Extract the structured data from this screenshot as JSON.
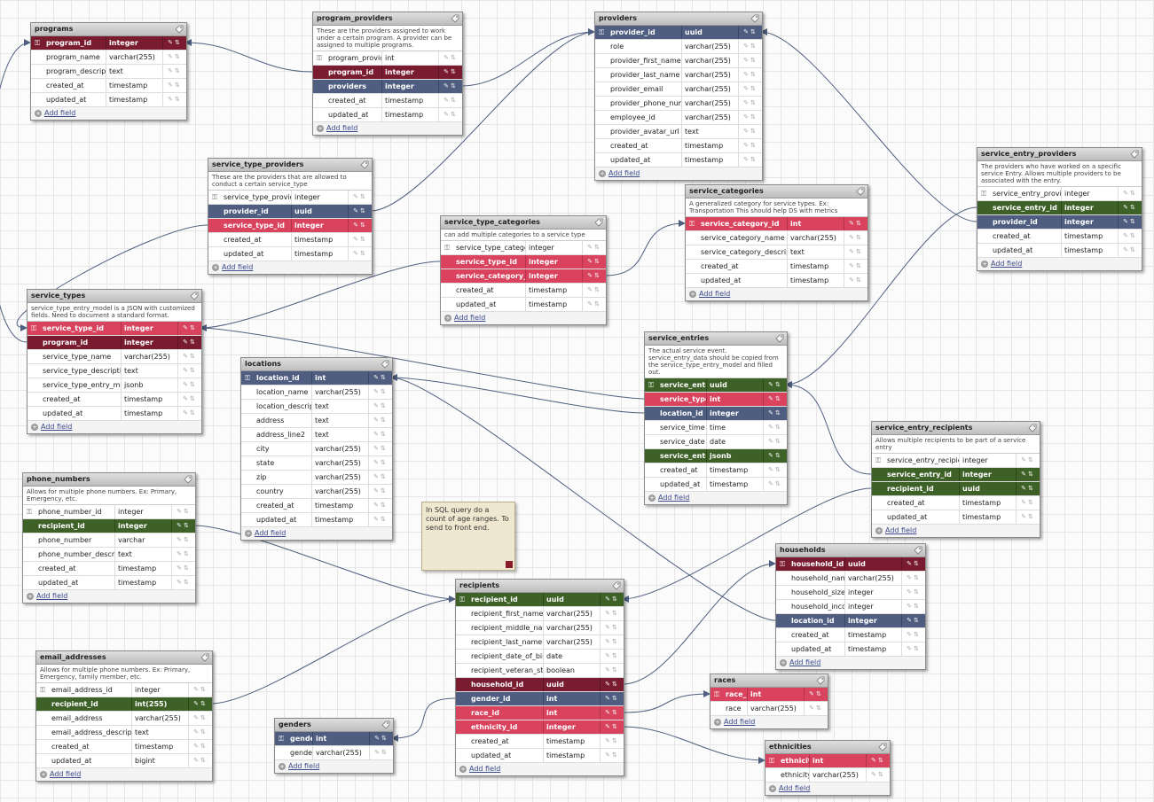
{
  "common": {
    "add_field": "Add field"
  },
  "colors": {
    "pk_red": "#7a1c30",
    "fk_red": "#d9435e",
    "fk_blue": "#4e5d80",
    "fk_green": "#3e6128",
    "edge": "#4f5f7f"
  },
  "note": {
    "text": "In SQL query do a count of age ranges. To send to front end."
  },
  "tables": {
    "programs": {
      "name": "programs",
      "desc": "",
      "fields": [
        {
          "name": "program_id",
          "type": "integer",
          "style": "pk-red",
          "key": true
        },
        {
          "name": "program_name",
          "type": "varchar(255)",
          "style": "",
          "key": false
        },
        {
          "name": "program_description",
          "type": "text",
          "style": "",
          "key": false
        },
        {
          "name": "created_at",
          "type": "timestamp",
          "style": "",
          "key": false
        },
        {
          "name": "updated_at",
          "type": "timestamp",
          "style": "",
          "key": false
        }
      ]
    },
    "program_providers": {
      "name": "program_providers",
      "desc": "These are the providers assigned to work under a certain program. A provider can be assigned to multiple programs.",
      "fields": [
        {
          "name": "program_provider_id",
          "type": "int",
          "style": "",
          "key": true
        },
        {
          "name": "program_id",
          "type": "integer",
          "style": "pk-red",
          "key": false
        },
        {
          "name": "providers",
          "type": "integer",
          "style": "fk-blue",
          "key": false
        },
        {
          "name": "created_at",
          "type": "timestamp",
          "style": "",
          "key": false
        },
        {
          "name": "updated_at",
          "type": "timestamp",
          "style": "",
          "key": false
        }
      ]
    },
    "providers": {
      "name": "providers",
      "desc": "",
      "fields": [
        {
          "name": "provider_id",
          "type": "uuid",
          "style": "fk-blue",
          "key": true
        },
        {
          "name": "role",
          "type": "varchar(255)",
          "style": "",
          "key": false
        },
        {
          "name": "provider_first_name",
          "type": "varchar(255)",
          "style": "",
          "key": false
        },
        {
          "name": "provider_last_name",
          "type": "varchar(255)",
          "style": "",
          "key": false
        },
        {
          "name": "provider_email",
          "type": "varchar(255)",
          "style": "",
          "key": false
        },
        {
          "name": "provider_phone_number",
          "type": "varchar(255)",
          "style": "",
          "key": false
        },
        {
          "name": "employee_id",
          "type": "varchar(255)",
          "style": "",
          "key": false
        },
        {
          "name": "provider_avatar_url",
          "type": "text",
          "style": "",
          "key": false
        },
        {
          "name": "created_at",
          "type": "timestamp",
          "style": "",
          "key": false
        },
        {
          "name": "updated_at",
          "type": "timestamp",
          "style": "",
          "key": false
        }
      ]
    },
    "service_entry_providers": {
      "name": "service_entry_providers",
      "desc": "The providers who have worked on a specific service Entry. Allows multiple providers to be associated with the entry.",
      "fields": [
        {
          "name": "service_entry_provider_id",
          "type": "integer",
          "style": "",
          "key": true
        },
        {
          "name": "service_entry_id",
          "type": "integer",
          "style": "fk-green",
          "key": false
        },
        {
          "name": "provider_id",
          "type": "integer",
          "style": "fk-blue",
          "key": false
        },
        {
          "name": "created_at",
          "type": "timestamp",
          "style": "",
          "key": false
        },
        {
          "name": "updated_at",
          "type": "timestamp",
          "style": "",
          "key": false
        }
      ]
    },
    "service_type_providers": {
      "name": "service_type_providers",
      "desc": "These are the providers that are allowed to conduct a certain service_type",
      "fields": [
        {
          "name": "service_type_provider_id",
          "type": "integer",
          "style": "",
          "key": true
        },
        {
          "name": "provider_id",
          "type": "uuid",
          "style": "fk-blue",
          "key": false
        },
        {
          "name": "service_type_id",
          "type": "integer",
          "style": "fk-red",
          "key": false
        },
        {
          "name": "created_at",
          "type": "timestamp",
          "style": "",
          "key": false
        },
        {
          "name": "updated_at",
          "type": "timestamp",
          "style": "",
          "key": false
        }
      ]
    },
    "service_categories": {
      "name": "service_categories",
      "desc": "A generalized category for service types. Ex: Transportation This should help DS with metrics",
      "fields": [
        {
          "name": "service_category_id",
          "type": "int",
          "style": "fk-red",
          "key": true
        },
        {
          "name": "service_category_name",
          "type": "varchar(255)",
          "style": "",
          "key": false
        },
        {
          "name": "service_category_description",
          "type": "text",
          "style": "",
          "key": false
        },
        {
          "name": "created_at",
          "type": "timestamp",
          "style": "",
          "key": false
        },
        {
          "name": "updated_at",
          "type": "timestamp",
          "style": "",
          "key": false
        }
      ]
    },
    "service_type_categories": {
      "name": "service_type_categories",
      "desc": "can add multiple categories to a service type",
      "fields": [
        {
          "name": "service_type_category_id",
          "type": "integer",
          "style": "",
          "key": true
        },
        {
          "name": "service_type_id",
          "type": "integer",
          "style": "fk-red",
          "key": false
        },
        {
          "name": "service_category_id",
          "type": "integer",
          "style": "fk-red",
          "key": false
        },
        {
          "name": "created_at",
          "type": "timestamp",
          "style": "",
          "key": false
        },
        {
          "name": "updated_at",
          "type": "timestamp",
          "style": "",
          "key": false
        }
      ]
    },
    "service_types": {
      "name": "service_types",
      "desc": "service_type_entry_model is a JSON with customized fields. Need to document a standard format.",
      "fields": [
        {
          "name": "service_type_id",
          "type": "integer",
          "style": "fk-red",
          "key": true
        },
        {
          "name": "program_id",
          "type": "integer",
          "style": "pk-red",
          "key": false
        },
        {
          "name": "service_type_name",
          "type": "varchar(255)",
          "style": "",
          "key": false
        },
        {
          "name": "service_type_description",
          "type": "text",
          "style": "",
          "key": false
        },
        {
          "name": "service_type_entry_model",
          "type": "jsonb",
          "style": "",
          "key": false
        },
        {
          "name": "created_at",
          "type": "timestamp",
          "style": "",
          "key": false
        },
        {
          "name": "updated_at",
          "type": "timestamp",
          "style": "",
          "key": false
        }
      ]
    },
    "locations": {
      "name": "locations",
      "desc": "",
      "fields": [
        {
          "name": "location_id",
          "type": "int",
          "style": "fk-blue",
          "key": true
        },
        {
          "name": "location_name",
          "type": "varchar(255)",
          "style": "",
          "key": false
        },
        {
          "name": "location_description",
          "type": "text",
          "style": "",
          "key": false
        },
        {
          "name": "address",
          "type": "text",
          "style": "",
          "key": false
        },
        {
          "name": "address_line2",
          "type": "text",
          "style": "",
          "key": false
        },
        {
          "name": "city",
          "type": "varchar(255)",
          "style": "",
          "key": false
        },
        {
          "name": "state",
          "type": "varchar(255)",
          "style": "",
          "key": false
        },
        {
          "name": "zip",
          "type": "varchar(255)",
          "style": "",
          "key": false
        },
        {
          "name": "country",
          "type": "varchar(255)",
          "style": "",
          "key": false
        },
        {
          "name": "created_at",
          "type": "timestamp",
          "style": "",
          "key": false
        },
        {
          "name": "updated_at",
          "type": "timestamp",
          "style": "",
          "key": false
        }
      ]
    },
    "service_entries": {
      "name": "service_entries",
      "desc": "The actual service event. service_entry_data should be copied from the service_type_entry_model and filled out.",
      "fields": [
        {
          "name": "service_entry_id",
          "type": "uuid",
          "style": "fk-green",
          "key": true
        },
        {
          "name": "service_type_id",
          "type": "int",
          "style": "fk-red",
          "key": false
        },
        {
          "name": "location_id",
          "type": "integer",
          "style": "fk-blue",
          "key": false
        },
        {
          "name": "service_time",
          "type": "time",
          "style": "",
          "key": false
        },
        {
          "name": "service_date",
          "type": "date",
          "style": "",
          "key": false
        },
        {
          "name": "service_entry_data",
          "type": "jsonb",
          "style": "fk-green",
          "key": false
        },
        {
          "name": "created_at",
          "type": "timestamp",
          "style": "",
          "key": false
        },
        {
          "name": "updated_at",
          "type": "timestamp",
          "style": "",
          "key": false
        }
      ]
    },
    "service_entry_recipients": {
      "name": "service_entry_recipients",
      "desc": "Allows multiple recipients to be part of a service entry",
      "fields": [
        {
          "name": "service_entry_recipient_id",
          "type": "integer",
          "style": "",
          "key": true
        },
        {
          "name": "service_entry_id",
          "type": "integer",
          "style": "fk-green",
          "key": false
        },
        {
          "name": "recipient_id",
          "type": "uuid",
          "style": "fk-green",
          "key": false
        },
        {
          "name": "created_at",
          "type": "timestamp",
          "style": "",
          "key": false
        },
        {
          "name": "updated_at",
          "type": "timestamp",
          "style": "",
          "key": false
        }
      ]
    },
    "phone_numbers": {
      "name": "phone_numbers",
      "desc": "Allows for multiple phone numbers. Ex: Primary, Emergency, etc.",
      "fields": [
        {
          "name": "phone_number_id",
          "type": "integer",
          "style": "",
          "key": true
        },
        {
          "name": "recipient_id",
          "type": "integer",
          "style": "fk-green",
          "key": false
        },
        {
          "name": "phone_number",
          "type": "varchar",
          "style": "",
          "key": false
        },
        {
          "name": "phone_number_description",
          "type": "text",
          "style": "",
          "key": false
        },
        {
          "name": "created_at",
          "type": "timestamp",
          "style": "",
          "key": false
        },
        {
          "name": "updated_at",
          "type": "timestamp",
          "style": "",
          "key": false
        }
      ]
    },
    "households": {
      "name": "households",
      "desc": "",
      "fields": [
        {
          "name": "household_id",
          "type": "uuid",
          "style": "pk-red",
          "key": true
        },
        {
          "name": "household_name",
          "type": "varchar(255)",
          "style": "",
          "key": false
        },
        {
          "name": "household_size",
          "type": "integer",
          "style": "",
          "key": false
        },
        {
          "name": "household_income",
          "type": "integer",
          "style": "",
          "key": false
        },
        {
          "name": "location_id",
          "type": "integer",
          "style": "fk-blue",
          "key": false
        },
        {
          "name": "created_at",
          "type": "timestamp",
          "style": "",
          "key": false
        },
        {
          "name": "updated_at",
          "type": "timestamp",
          "style": "",
          "key": false
        }
      ]
    },
    "recipients": {
      "name": "recipients",
      "desc": "",
      "fields": [
        {
          "name": "recipient_id",
          "type": "uuid",
          "style": "fk-green",
          "key": true
        },
        {
          "name": "recipient_first_name",
          "type": "varchar(255)",
          "style": "",
          "key": false
        },
        {
          "name": "recipient_middle_name",
          "type": "varchar(255)",
          "style": "",
          "key": false
        },
        {
          "name": "recipient_last_name",
          "type": "varchar(255)",
          "style": "",
          "key": false
        },
        {
          "name": "recipient_date_of_birth",
          "type": "date",
          "style": "",
          "key": false
        },
        {
          "name": "recipient_veteran_status",
          "type": "boolean",
          "style": "",
          "key": false
        },
        {
          "name": "household_id",
          "type": "uuid",
          "style": "pk-red",
          "key": false
        },
        {
          "name": "gender_id",
          "type": "int",
          "style": "fk-blue",
          "key": false
        },
        {
          "name": "race_id",
          "type": "int",
          "style": "fk-red",
          "key": false
        },
        {
          "name": "ethnicity_id",
          "type": "integer",
          "style": "fk-red",
          "key": false
        },
        {
          "name": "created_at",
          "type": "timestamp",
          "style": "",
          "key": false
        },
        {
          "name": "updated_at",
          "type": "timestamp",
          "style": "",
          "key": false
        }
      ]
    },
    "email_addresses": {
      "name": "email_addresses",
      "desc": "Allows for multiple phone numbers. Ex: Primary, Emergency, family member, etc.",
      "fields": [
        {
          "name": "email_address_id",
          "type": "integer",
          "style": "",
          "key": true
        },
        {
          "name": "recipient_id",
          "type": "int(255)",
          "style": "fk-green",
          "key": false
        },
        {
          "name": "email_address",
          "type": "varchar(255)",
          "style": "",
          "key": false
        },
        {
          "name": "email_address_description",
          "type": "text",
          "style": "",
          "key": false
        },
        {
          "name": "created_at",
          "type": "timestamp",
          "style": "",
          "key": false
        },
        {
          "name": "updated_at",
          "type": "bigint",
          "style": "",
          "key": false
        }
      ]
    },
    "genders": {
      "name": "genders",
      "desc": "",
      "fields": [
        {
          "name": "gender_id",
          "type": "int",
          "style": "fk-blue",
          "key": true
        },
        {
          "name": "gender",
          "type": "varchar(255)",
          "style": "",
          "key": false
        }
      ]
    },
    "races": {
      "name": "races",
      "desc": "",
      "fields": [
        {
          "name": "race_id",
          "type": "int",
          "style": "fk-red",
          "key": true
        },
        {
          "name": "race",
          "type": "varchar(255)",
          "style": "",
          "key": false
        }
      ]
    },
    "ethnicities": {
      "name": "ethnicities",
      "desc": "",
      "fields": [
        {
          "name": "ethnicity_id",
          "type": "int",
          "style": "fk-red",
          "key": true
        },
        {
          "name": "ethnicity",
          "type": "varchar(255)",
          "style": "",
          "key": false
        }
      ]
    }
  }
}
